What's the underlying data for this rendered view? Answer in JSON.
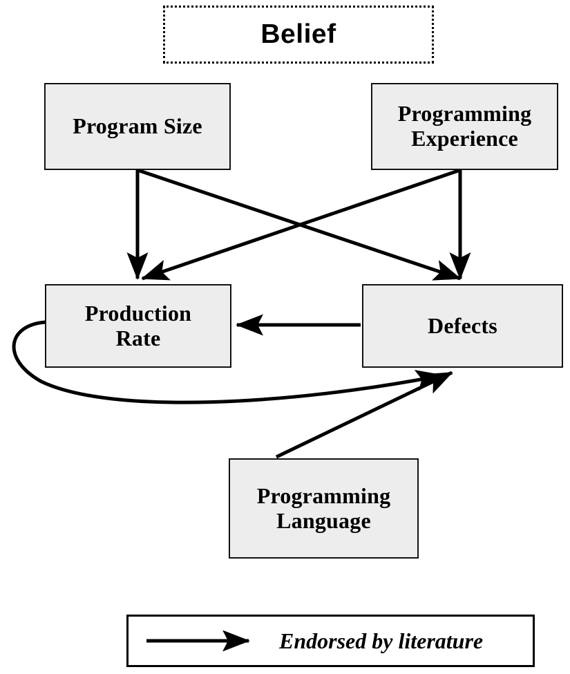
{
  "header": {
    "title": "Belief"
  },
  "nodes": [
    {
      "id": "program-size",
      "label": "Program Size"
    },
    {
      "id": "programming-experience",
      "label": "Programming\nExperience",
      "line1": "Programming",
      "line2": "Experience"
    },
    {
      "id": "production-rate",
      "label": "Production\nRate",
      "line1": "Production",
      "line2": "Rate"
    },
    {
      "id": "defects",
      "label": "Defects"
    },
    {
      "id": "programming-language",
      "label": "Programming\nLanguage",
      "line1": "Programming",
      "line2": "Language"
    }
  ],
  "edges": [
    {
      "from": "program-size",
      "to": "production-rate",
      "style": "straight",
      "kind": "endorsed"
    },
    {
      "from": "program-size",
      "to": "defects",
      "style": "straight",
      "kind": "endorsed"
    },
    {
      "from": "programming-experience",
      "to": "production-rate",
      "style": "straight",
      "kind": "endorsed"
    },
    {
      "from": "programming-experience",
      "to": "defects",
      "style": "straight",
      "kind": "endorsed"
    },
    {
      "from": "defects",
      "to": "production-rate",
      "style": "straight",
      "kind": "endorsed"
    },
    {
      "from": "production-rate",
      "to": "defects",
      "style": "curved",
      "kind": "endorsed"
    },
    {
      "from": "programming-language",
      "to": "defects",
      "style": "straight",
      "kind": "endorsed"
    }
  ],
  "legend": {
    "label": "Endorsed by literature"
  },
  "colors": {
    "node_fill": "#ededed",
    "node_border": "#111111",
    "edge": "#000000",
    "page_background": "#ffffff",
    "text": "#000000"
  }
}
